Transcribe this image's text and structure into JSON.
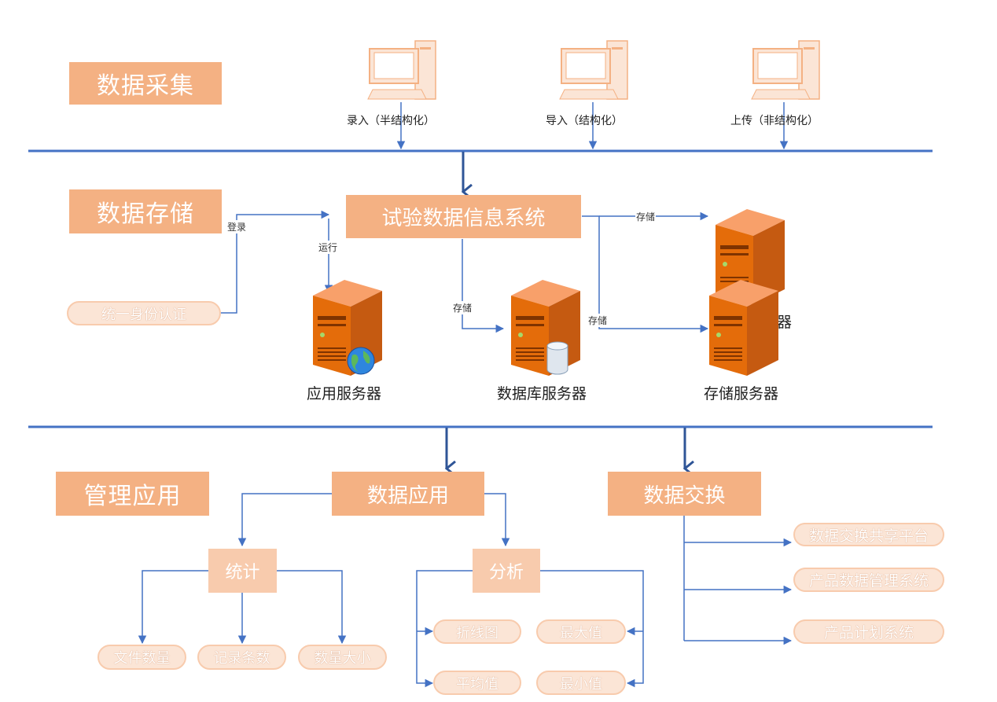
{
  "sections": {
    "collect": "数据采集",
    "store": "数据存储",
    "manage": "管理应用"
  },
  "collect": {
    "inputs": [
      {
        "label": "录入（半结构化）"
      },
      {
        "label": "导入（结构化）"
      },
      {
        "label": "上传（非结构化）"
      }
    ]
  },
  "storage": {
    "system": "试验数据信息系统",
    "auth": "统一身份认证",
    "login_label": "登录",
    "run_label": "运行",
    "store_label": "存储",
    "servers": {
      "app": "应用服务器",
      "db": "数据库服务器",
      "storage": "存储服务器",
      "storage_hidden_fragment": "器"
    }
  },
  "manage": {
    "data_app": "数据应用",
    "data_exchange": "数据交换",
    "stats": {
      "title": "统计",
      "items": [
        "文件数量",
        "记录条数",
        "数量大小"
      ]
    },
    "analysis": {
      "title": "分析",
      "items": [
        "折线图",
        "最大值",
        "平均值",
        "最小值"
      ]
    },
    "exchange_targets": [
      "数据交换共享平台",
      "产品数据管理系统",
      "产品计划系统"
    ]
  },
  "colors": {
    "box": "#f4b183",
    "sub_box": "#f8cbad",
    "pill": "#fbe5d6",
    "line": "#4472c4",
    "server": "#e46c0a"
  },
  "icons": [
    "computer-icon",
    "server-icon",
    "globe-icon",
    "database-icon"
  ]
}
